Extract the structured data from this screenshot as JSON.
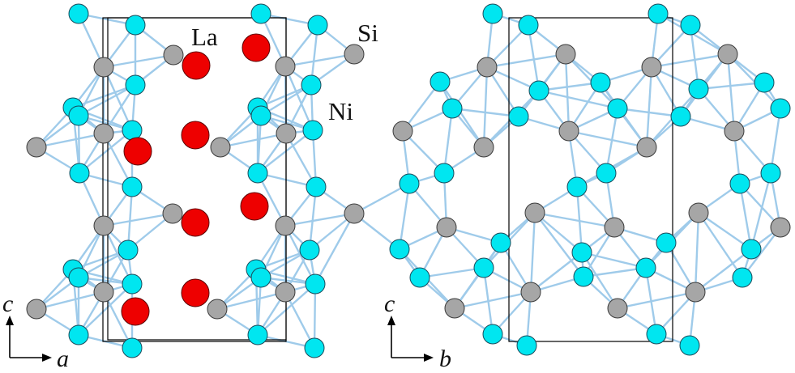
{
  "labels": {
    "la": "La",
    "si": "Si",
    "ni": "Ni"
  },
  "axes": {
    "left": {
      "vertical": "c",
      "horizontal": "a"
    },
    "right": {
      "vertical": "c",
      "horizontal": "b"
    }
  },
  "colors": {
    "ni": "#00e6f0",
    "si": "#a6a6a6",
    "la": "#ee0000",
    "bond": "#9fcbea"
  }
}
